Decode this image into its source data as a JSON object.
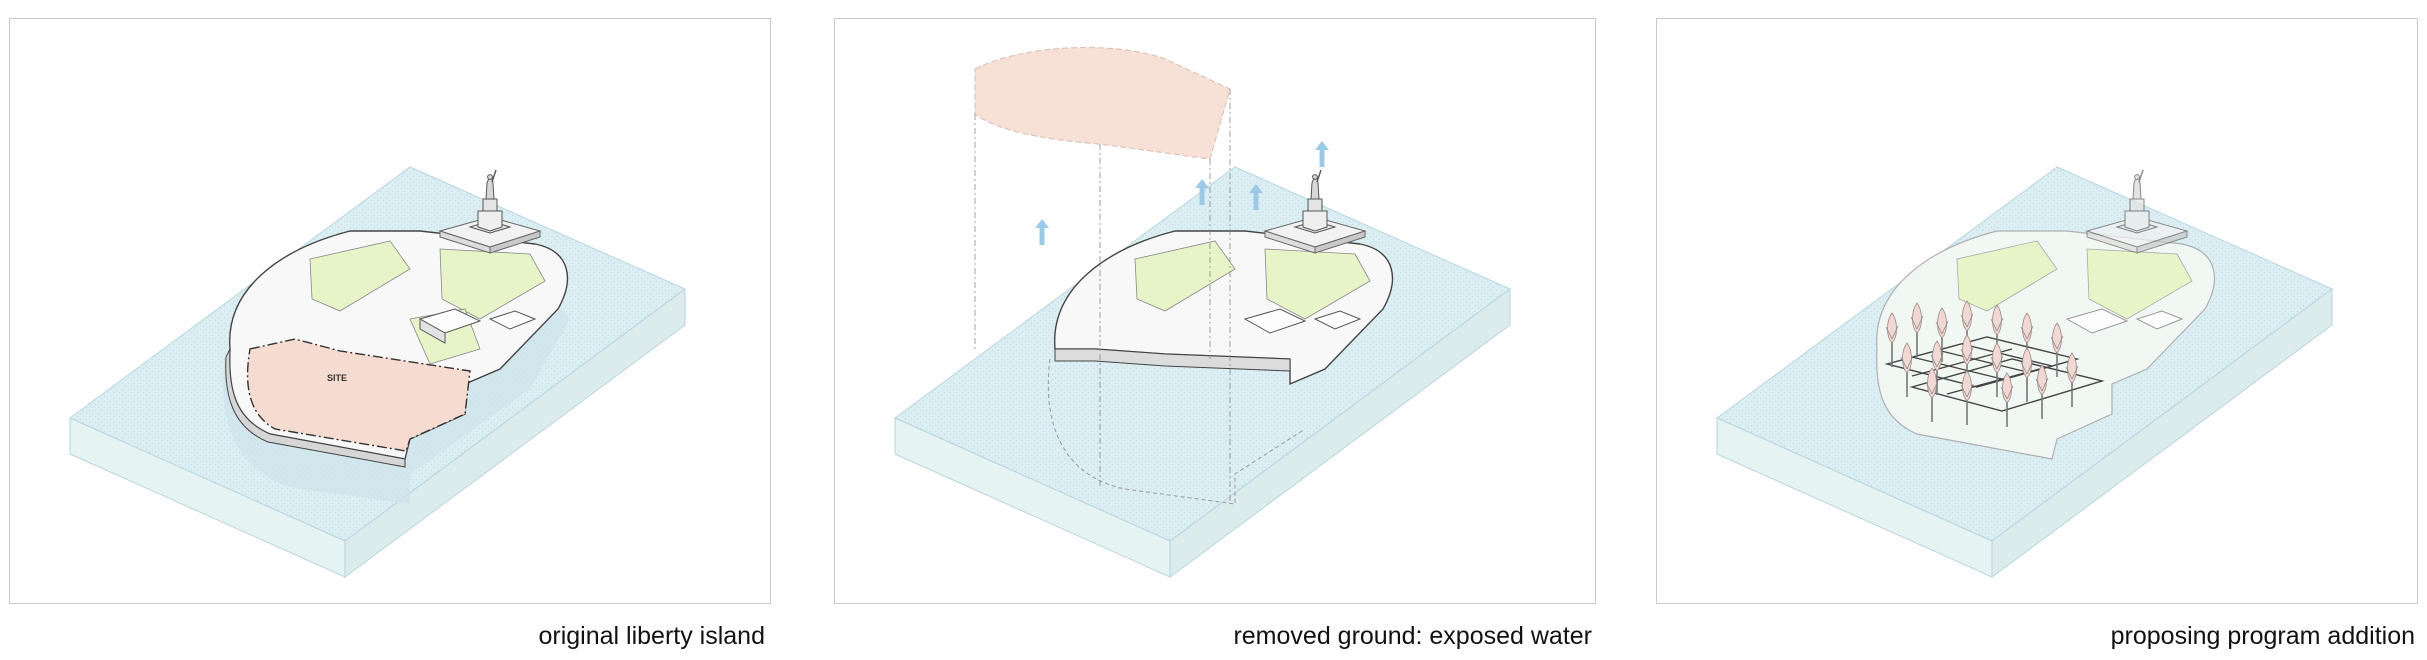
{
  "panels": [
    {
      "caption": "original liberty island",
      "site_label": "SITE"
    },
    {
      "caption": "removed ground: exposed water"
    },
    {
      "caption": "proposing program addition"
    }
  ],
  "colors": {
    "water_top": "#dbeef3",
    "water_side": "#e6f3f3",
    "island": "#f8f8f8",
    "lawn": "#e6f4c8",
    "site_fill": "#f6dcd0",
    "arrow": "#9cc9e6",
    "frame": "#c9c9c9"
  },
  "icons": [
    "statue-of-liberty-icon",
    "up-arrow-icon",
    "tree-icon"
  ]
}
